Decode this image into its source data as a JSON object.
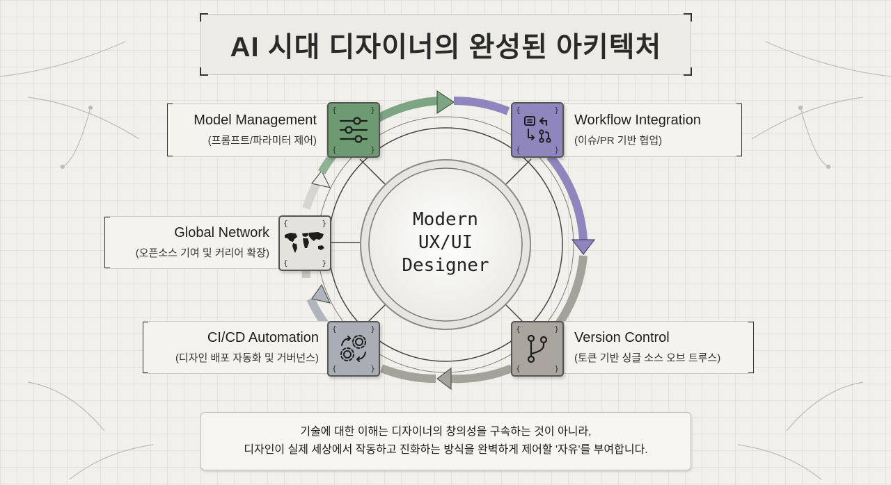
{
  "title": "AI 시대 디자이너의 완성된 아키텍처",
  "center": {
    "lines": [
      "Modern",
      "UX/UI",
      "Designer"
    ]
  },
  "nodes": {
    "model_management": {
      "title": "Model Management",
      "subtitle": "(프롬프트/파라미터 제어)",
      "icon": "sliders-icon",
      "color": "#6e9a72"
    },
    "workflow_integration": {
      "title": "Workflow Integration",
      "subtitle": "(이슈/PR 기반 협업)",
      "icon": "pull-request-icon",
      "color": "#8f86bd"
    },
    "global_network": {
      "title": "Global Network",
      "subtitle": "(오픈소스 기여 및 커리어 확장)",
      "icon": "world-map-icon",
      "color": "#e3e2dc"
    },
    "cicd_automation": {
      "title": "CI/CD Automation",
      "subtitle": "(디자인 배포 자동화 및 거버넌스)",
      "icon": "gears-sync-icon",
      "color": "#a9adb6"
    },
    "version_control": {
      "title": "Version Control",
      "subtitle": "(토큰 기반 싱글 소스 오브 트루스)",
      "icon": "git-branch-icon",
      "color": "#a7a59d"
    }
  },
  "quote": {
    "line1": "기술에 대한 이해는 디자이너의 창의성을 구속하는 것이 아니라,",
    "line2": "디자인이 실제 세상에서 작동하고 진화하는 방식을 완벽하게 제어할 '자유'를 부여합니다."
  }
}
